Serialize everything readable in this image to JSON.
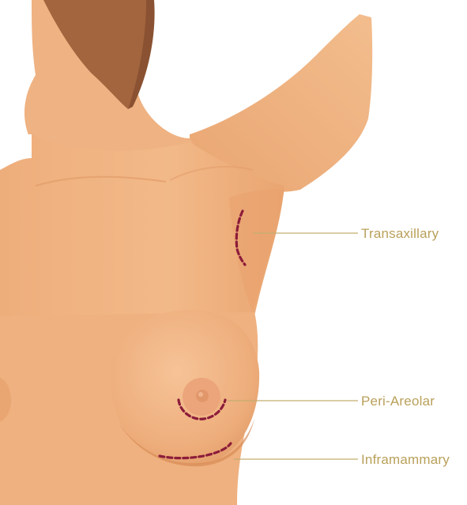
{
  "colors": {
    "skin_light": "#f2b988",
    "skin_mid": "#eaa876",
    "skin_shadow": "#dc9461",
    "skin_deep": "#d5874f",
    "areola": "#eda67a",
    "nipple": "#e39a6e",
    "hair": "#a3653e",
    "hair_dark": "#8a5232",
    "incision": "#8c1c3a",
    "label": "#b9a05a",
    "leader": "#c4ad6f"
  },
  "labels": {
    "transaxillary": "Transaxillary",
    "peri_areolar": "Peri-Areolar",
    "inframammary": "Inframammary"
  }
}
